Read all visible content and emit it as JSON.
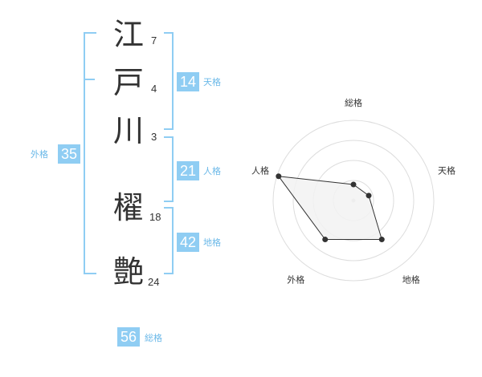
{
  "name_chars": [
    {
      "char": "江",
      "strokes": "7"
    },
    {
      "char": "戸",
      "strokes": "4"
    },
    {
      "char": "川",
      "strokes": "3"
    },
    {
      "char": "櫂",
      "strokes": "18"
    },
    {
      "char": "艶",
      "strokes": "24"
    }
  ],
  "scores": {
    "tenkaku": {
      "value": "14",
      "label": "天格"
    },
    "jinkaku": {
      "value": "21",
      "label": "人格"
    },
    "chikaku": {
      "value": "42",
      "label": "地格"
    },
    "gaikaku": {
      "value": "35",
      "label": "外格"
    },
    "soukaku": {
      "value": "56",
      "label": "総格"
    }
  },
  "chart_data": {
    "type": "radar",
    "axes": [
      "総格",
      "天格",
      "地格",
      "外格",
      "人格"
    ],
    "values": [
      0.2,
      0.2,
      0.6,
      0.6,
      0.98
    ],
    "range": [
      0,
      1
    ],
    "rings": 4,
    "colors": {
      "fill": "#f2f2f2",
      "line": "#333333",
      "grid": "#dddddd",
      "point": "#333333"
    }
  }
}
